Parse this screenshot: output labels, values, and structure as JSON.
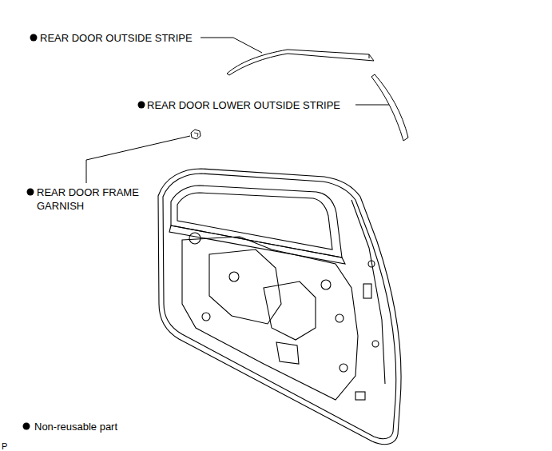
{
  "diagram": {
    "labels": [
      "REAR DOOR OUTSIDE STRIPE",
      "REAR DOOR LOWER OUTSIDE STRIPE",
      "REAR DOOR FRAME GARNISH",
      "P"
    ],
    "legend": [
      {
        "text": "Non-reusable part"
      }
    ]
  }
}
